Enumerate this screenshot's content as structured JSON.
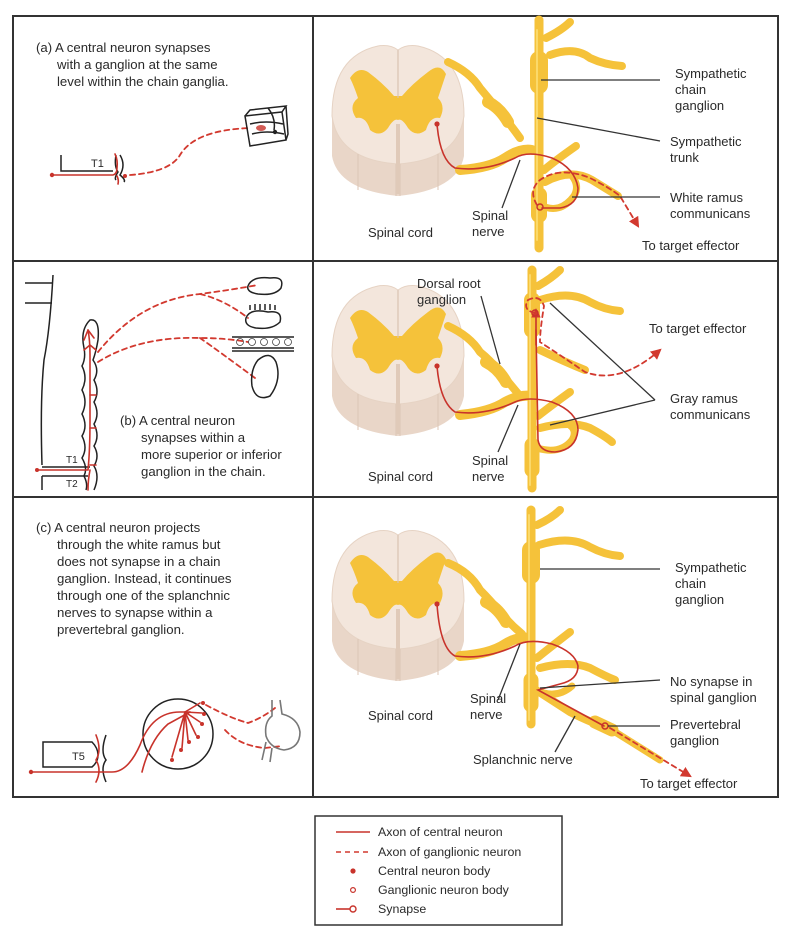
{
  "figure": {
    "panels": [
      {
        "id": "a",
        "caption_lines": [
          "(a) A central neuron synapses",
          "with a ganglion at the same",
          "level within the chain ganglia."
        ],
        "segment_label": "T1",
        "labels": {
          "sympathetic_chain_ganglion": [
            "Sympathetic",
            "chain",
            "ganglion"
          ],
          "sympathetic_trunk": [
            "Sympathetic",
            "trunk"
          ],
          "white_ramus": [
            "White ramus",
            "communicans"
          ],
          "spinal_cord": "Spinal cord",
          "spinal_nerve": [
            "Spinal",
            "nerve"
          ],
          "target": "To target effector"
        }
      },
      {
        "id": "b",
        "caption_lines": [
          "(b) A central neuron",
          "synapses within a",
          "more superior or inferior",
          "ganglion in the chain."
        ],
        "segment_labels": [
          "T1",
          "T2"
        ],
        "labels": {
          "dorsal_root_ganglion": [
            "Dorsal root",
            "ganglion"
          ],
          "target": "To target effector",
          "gray_ramus": [
            "Gray ramus",
            "communicans"
          ],
          "spinal_cord": "Spinal cord",
          "spinal_nerve": [
            "Spinal",
            "nerve"
          ]
        }
      },
      {
        "id": "c",
        "caption_lines": [
          "(c) A central neuron projects",
          "through the white ramus but",
          "does not synapse in a chain",
          "ganglion. Instead, it continues",
          "through one of the splanchnic",
          "nerves to synapse within a",
          "prevertebral ganglion."
        ],
        "segment_label": "T5",
        "labels": {
          "sympathetic_chain_ganglion": [
            "Sympathetic",
            "chain",
            "ganglion"
          ],
          "no_synapse": [
            "No synapse in",
            "spinal ganglion"
          ],
          "prevertebral_ganglion": [
            "Prevertebral",
            "ganglion"
          ],
          "spinal_cord": "Spinal cord",
          "spinal_nerve": [
            "Spinal",
            "nerve"
          ],
          "splanchnic_nerve": "Splanchnic nerve",
          "target": "To target effector"
        }
      }
    ],
    "legend": {
      "items": [
        {
          "symbol": "solid-line-icon",
          "label": "Axon of central neuron"
        },
        {
          "symbol": "dashed-line-icon",
          "label": "Axon of ganglionic neuron"
        },
        {
          "symbol": "filled-dot-icon",
          "label": "Central neuron body"
        },
        {
          "symbol": "open-dot-icon",
          "label": "Ganglionic neuron body"
        },
        {
          "symbol": "synapse-icon",
          "label": "Synapse"
        }
      ]
    },
    "colors": {
      "axon": "#c8332b",
      "nerve": "#f5c23a",
      "cord_white_matter": "#f3e6dc",
      "frame": "#333333"
    }
  }
}
